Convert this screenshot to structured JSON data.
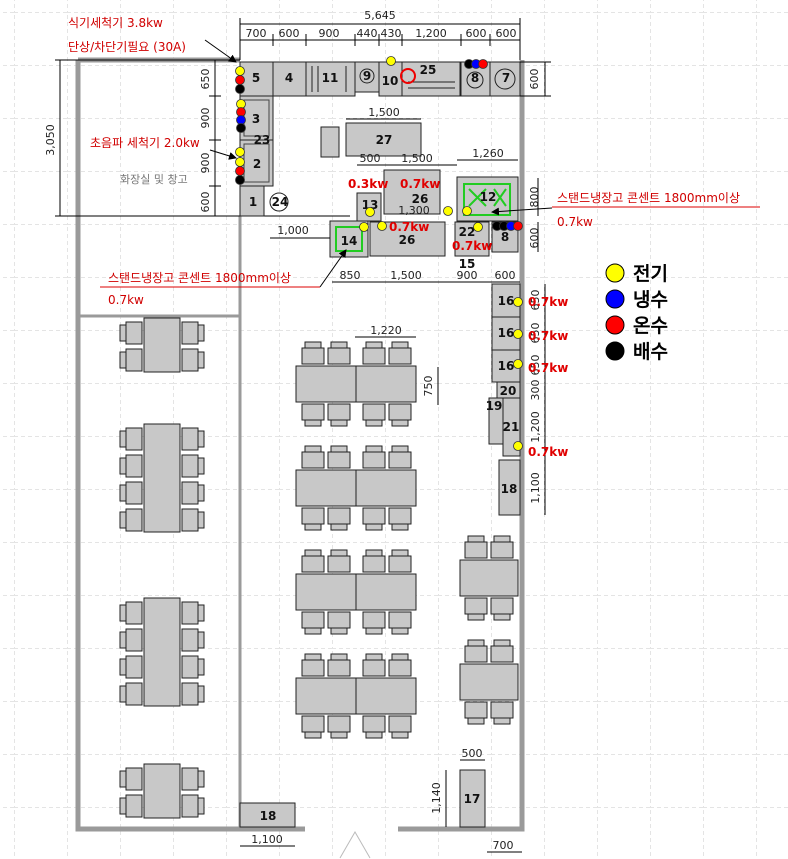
{
  "overall_width": "5,645",
  "top_dims": [
    "700",
    "600",
    "900",
    "440",
    "430",
    "1,200",
    "600",
    "600"
  ],
  "left_dims": [
    "650",
    "900",
    "900",
    "600"
  ],
  "left_total": "3,050",
  "notes": {
    "dishwasher": "식기세척기 3.8kw",
    "breaker": "단상/차단기필요 (30A)",
    "ultrasonic": "초음파 세척기 2.0kw",
    "toilet": "화장실 및 창고",
    "fridge_right": "스탠드냉장고 콘센트 1800mm이상",
    "fridge_right_kw": "0.7kw",
    "fridge_left": "스탠드냉장고 콘센트 1800mm이상",
    "fridge_left_kw": "0.7kw"
  },
  "equipment": {
    "e5": "5",
    "e4": "4",
    "e11": "11",
    "e9": "9",
    "e10": "10",
    "e25": "25",
    "e8a": "8",
    "e7": "7",
    "e3": "3",
    "e23": "23",
    "e2": "2",
    "e1": "1",
    "e24": "24",
    "e27": "27",
    "e13": "13",
    "e26a": "26",
    "e12": "12",
    "e14": "14",
    "e26b": "26",
    "e22": "22",
    "e8b": "8",
    "e15": "15",
    "e16a": "16",
    "e16b": "16",
    "e16c": "16",
    "e20": "20",
    "e19": "19",
    "e21": "21",
    "e18a": "18",
    "e17": "17",
    "e18b": "18"
  },
  "mid_dims": {
    "d1500a": "1,500",
    "d500": "500",
    "d1500b": "1,500",
    "d1260": "1,260",
    "d800": "800",
    "d1300": "1,300",
    "d1000": "1,000",
    "d600r": "600",
    "d850": "850",
    "d1500c": "1,500",
    "d900": "900",
    "d600b": "600",
    "d1220": "1,220",
    "d750": "750",
    "d650a": "650",
    "d650b": "650",
    "d650c": "650",
    "d300": "300",
    "d1200": "1,200",
    "d1100r": "1,100",
    "d500b": "500",
    "d1140": "1,140",
    "d1100b": "1,100",
    "d700b": "700"
  },
  "power": {
    "p1": "0.3kw",
    "p2": "0.7kw",
    "p3": "0.7kw",
    "p4": "0.7kw",
    "p5": "0.7kw",
    "p6": "0.7kw",
    "p7": "0.7kw",
    "p8": "0.7kw"
  },
  "legend": {
    "electric": "전기",
    "cold": "냉수",
    "hot": "온수",
    "drain": "배수",
    "colors": {
      "electric": "#ffff00",
      "cold": "#0000ff",
      "hot": "#ff0000",
      "drain": "#000000"
    }
  }
}
